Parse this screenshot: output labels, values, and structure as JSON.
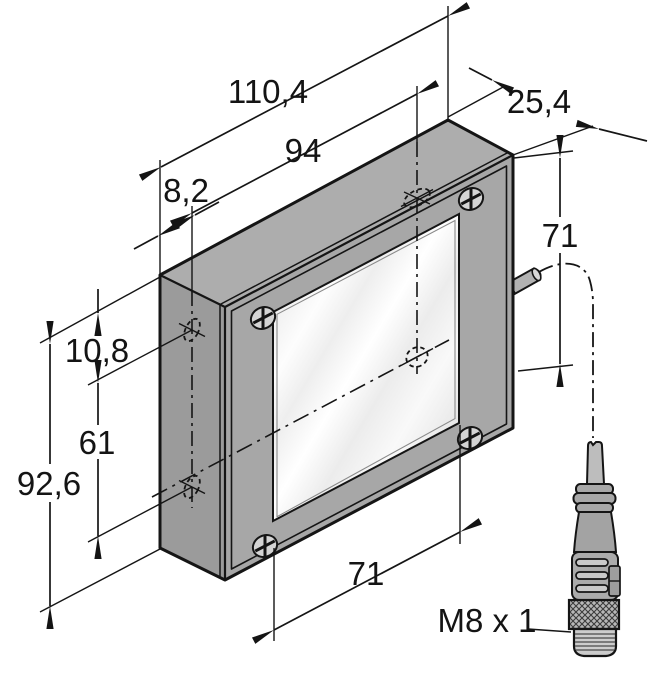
{
  "drawing": {
    "type": "isometric-dimension-drawing",
    "labels": {
      "overall_width": "110,4",
      "hole_span_width": "94",
      "hole_offset_left": "8,2",
      "depth": "25,4",
      "window_height_right": "71",
      "hole_offset_top": "10,8",
      "side_hole_spacing": "61",
      "overall_height": "92,6",
      "window_width_bottom": "71",
      "connector_thread": "M8 x 1"
    },
    "colors": {
      "line": "#151515",
      "face_top": "#adadad",
      "face_side": "#9b9b9b",
      "face_front": "#a7a7a7",
      "window_highlight": "#ffffff",
      "window_shade": "#e9e9e9",
      "screw_head": "#d4d4d4",
      "background": "#ffffff"
    }
  }
}
